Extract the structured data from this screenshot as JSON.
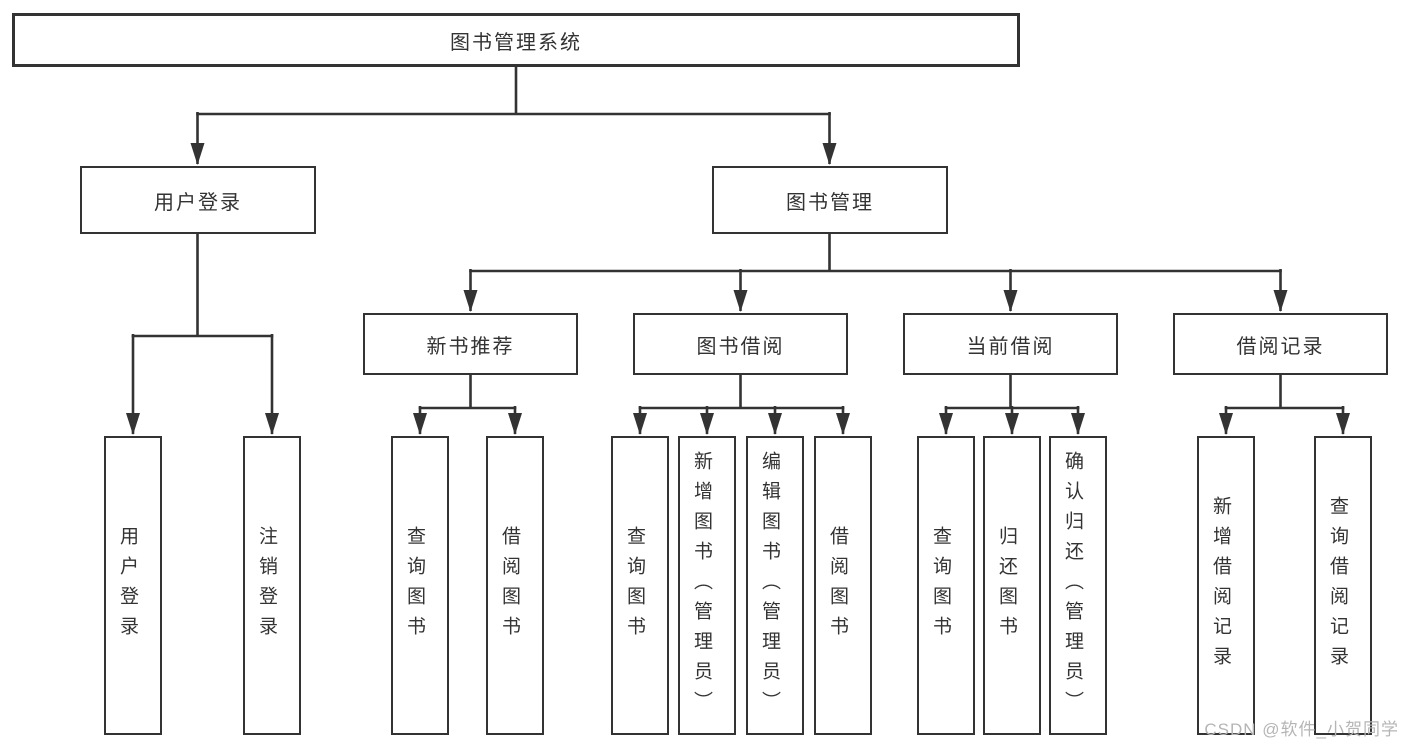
{
  "diagram": {
    "root": {
      "label": "图书管理系统"
    },
    "branches": [
      {
        "label": "用户登录",
        "children": [
          {
            "label": "用户登录"
          },
          {
            "label": "注销登录"
          }
        ]
      },
      {
        "label": "图书管理",
        "sections": [
          {
            "label": "新书推荐",
            "children": [
              {
                "label": "查询图书"
              },
              {
                "label": "借阅图书"
              }
            ]
          },
          {
            "label": "图书借阅",
            "children": [
              {
                "label": "查询图书"
              },
              {
                "label": "新增图书（管理员）"
              },
              {
                "label": "编辑图书（管理员）"
              },
              {
                "label": "借阅图书"
              }
            ]
          },
          {
            "label": "当前借阅",
            "children": [
              {
                "label": "查询图书"
              },
              {
                "label": "归还图书"
              },
              {
                "label": "确认归还（管理员）"
              }
            ]
          },
          {
            "label": "借阅记录",
            "children": [
              {
                "label": "新增借阅记录"
              },
              {
                "label": "查询借阅记录"
              }
            ]
          }
        ]
      }
    ]
  },
  "watermark": {
    "text": "CSDN @软件_小贺同学"
  },
  "colors": {
    "line": "#333333",
    "box_border": "#333333",
    "text": "#333333",
    "watermark": "#b5b5b5",
    "background": "#ffffff"
  }
}
